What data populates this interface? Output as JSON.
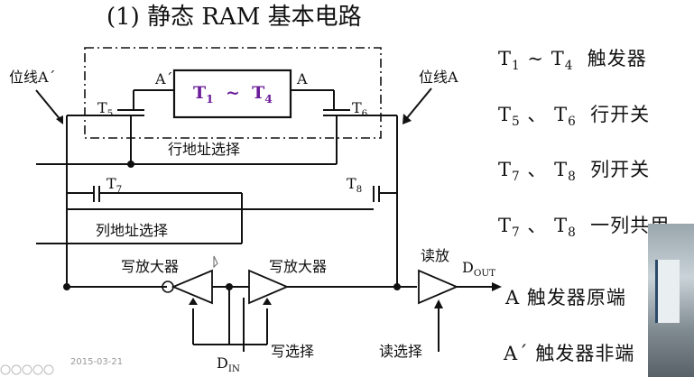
{
  "title": "(1) 静态 RAM 基本电路",
  "diagram": {
    "bitline_left": "位线A´",
    "bitline_right": "位线A",
    "node_a_bar": "A´",
    "node_a": "A",
    "core": {
      "t1": "T",
      "t1_sub": "1",
      "tilde": "~",
      "t4": "T",
      "t4_sub": "4"
    },
    "t5": {
      "t": "T",
      "sub": "5"
    },
    "t6": {
      "t": "T",
      "sub": "6"
    },
    "t7": {
      "t": "T",
      "sub": "7"
    },
    "t8": {
      "t": "T",
      "sub": "8"
    },
    "row_select": "行地址选择",
    "col_select": "列地址选择",
    "write_amp_left": "写放大器",
    "write_amp_right": "写放大器",
    "read_amp": "读放",
    "dout": {
      "d": "D",
      "sub": "OUT"
    },
    "din": {
      "d": "D",
      "sub": "IN"
    },
    "write_select": "写选择",
    "read_select": "读选择"
  },
  "legend": [
    {
      "a": "T",
      "a_sub": "1",
      "sep": "~",
      "b": "T",
      "b_sub": "4",
      "desc": "触发器"
    },
    {
      "a": "T",
      "a_sub": "5",
      "sep": "、",
      "b": "T",
      "b_sub": "6",
      "desc": "行开关"
    },
    {
      "a": "T",
      "a_sub": "7",
      "sep": "、",
      "b": "T",
      "b_sub": "8",
      "desc": "列开关"
    },
    {
      "a": "T",
      "a_sub": "7",
      "sep": "、",
      "b": "T",
      "b_sub": "8",
      "desc": "一列共用"
    }
  ],
  "notes": [
    "A  触发器原端",
    "A´  触发器非端"
  ],
  "date_stamp": "2015-03-21"
}
